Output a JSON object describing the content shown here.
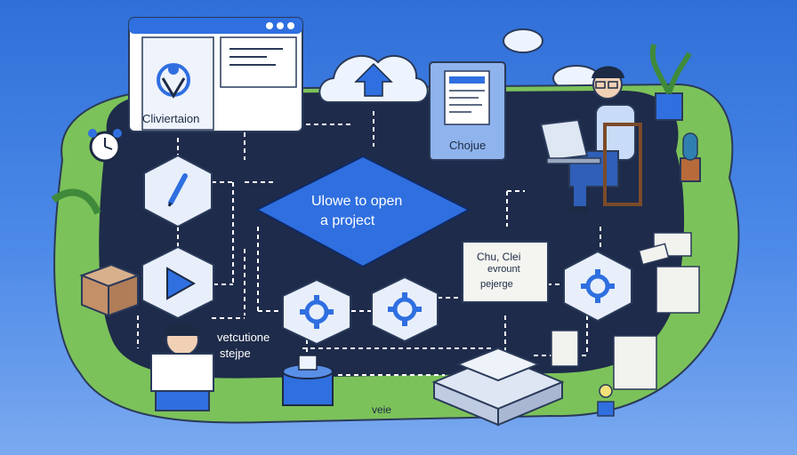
{
  "diagram": {
    "center_label_line1": "Ulowe to open",
    "center_label_line2": "a project",
    "window_label": "Cliviertaion",
    "doc_label": "Chojue",
    "note_line1": "Chu, Clei",
    "note_line2": "evrount",
    "note_line3": "pejerge",
    "step_label_line1": "vetcutione",
    "step_label_line2": "stejpe",
    "bottom_label": "veie"
  },
  "colors": {
    "accent": "#2f6fe0",
    "board": "#1e2b4a",
    "grass": "#7cc25a",
    "hex_fill": "#e8effb"
  },
  "icons": [
    "location-pin-icon",
    "pencil-icon",
    "play-icon",
    "gear-icon",
    "cloud-upload-icon",
    "alarm-clock-icon",
    "plant-icon",
    "box-icon",
    "laptop-icon"
  ]
}
